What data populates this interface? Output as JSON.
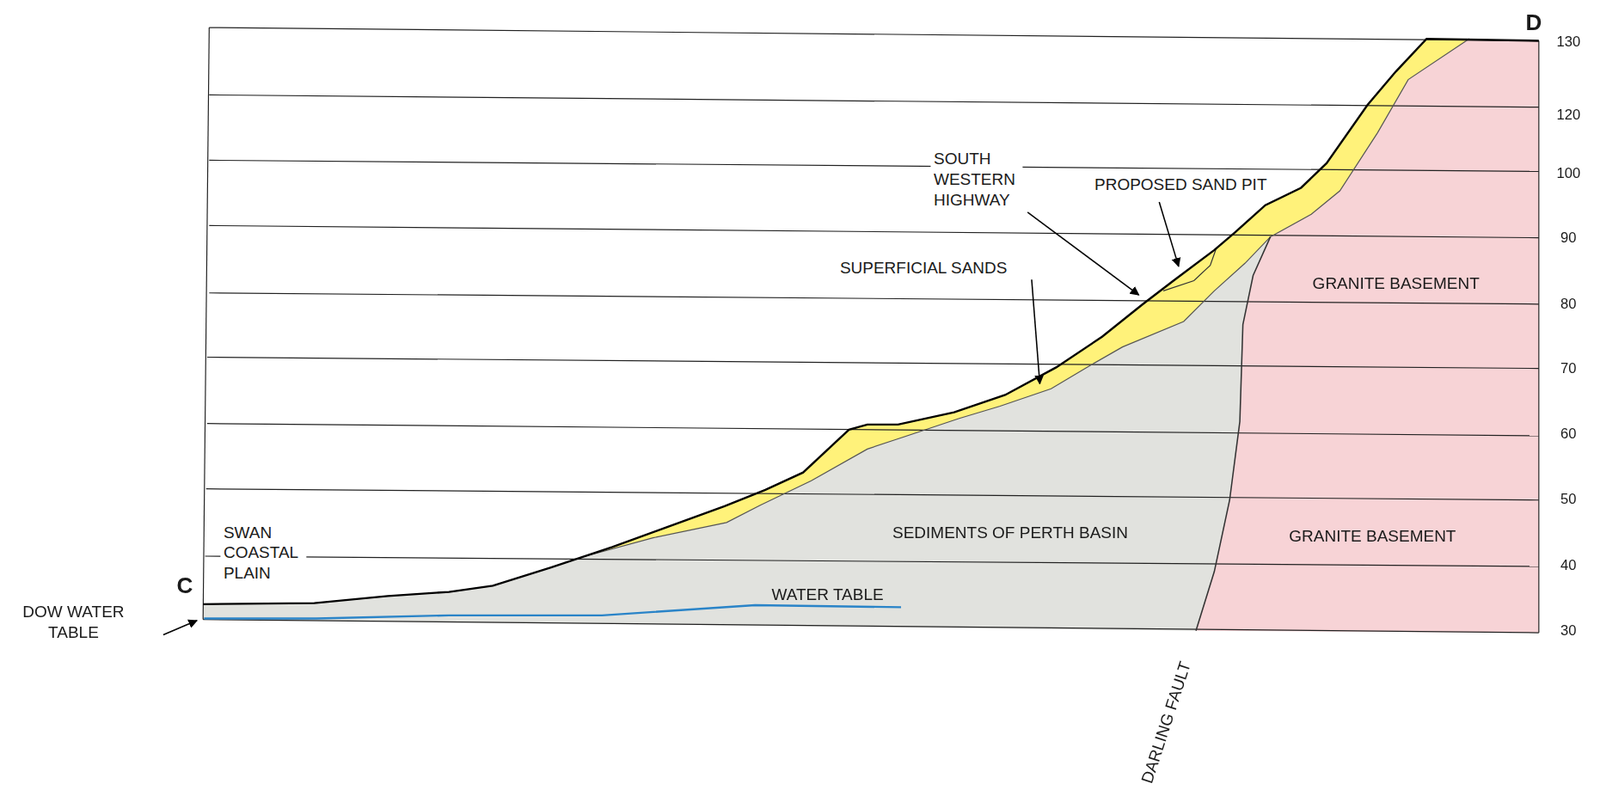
{
  "diagram": {
    "nodes": [
      {
        "text": [
          "SEDIMENTS OF PERTH BASIN"
        ]
      },
      {
        "text": [
          "GRANITE BASEMENT",
          "GRANITE BASEMENT"
        ]
      }
    ],
    "labels": [
      "D",
      "C",
      "130",
      "120",
      "100",
      "90",
      "80",
      "70",
      "60",
      "50",
      "40",
      "30",
      "SOUTH WESTERN HIGHWAY",
      "PROPOSED SAND PIT",
      "SUPERFICIAL SANDS",
      "SWAN COASTAL PLAIN",
      "WATER TABLE",
      "DOW WATER TABLE",
      "DARLING FAULT"
    ]
  }
}
